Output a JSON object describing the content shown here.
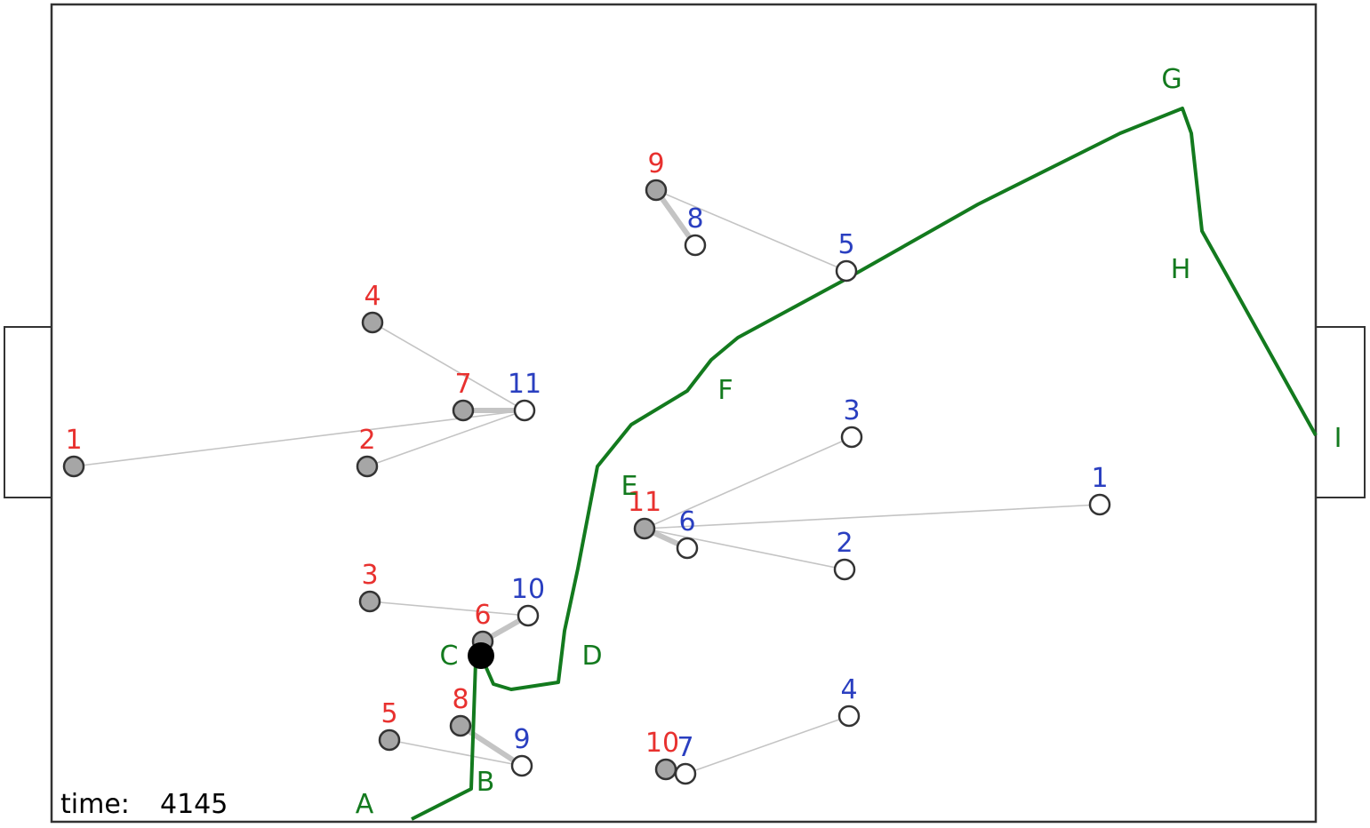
{
  "time": {
    "label": "time:",
    "value": "4145"
  },
  "colors": {
    "team_red": "#e8312f",
    "team_blue": "#2a3fc0",
    "path": "#137a1e",
    "player_red_fill": "#a6a6a6",
    "player_blue_fill": "#ffffff",
    "link": "#c4c4c4",
    "ball": "#000000"
  },
  "team_red": [
    "1",
    "2",
    "3",
    "4",
    "5",
    "6",
    "7",
    "8",
    "9",
    "10",
    "11"
  ],
  "team_blue": [
    "1",
    "2",
    "3",
    "4",
    "5",
    "6",
    "7",
    "8",
    "9",
    "10",
    "11"
  ],
  "path_labels": [
    "A",
    "B",
    "C",
    "D",
    "E",
    "F",
    "G",
    "H",
    "I"
  ]
}
